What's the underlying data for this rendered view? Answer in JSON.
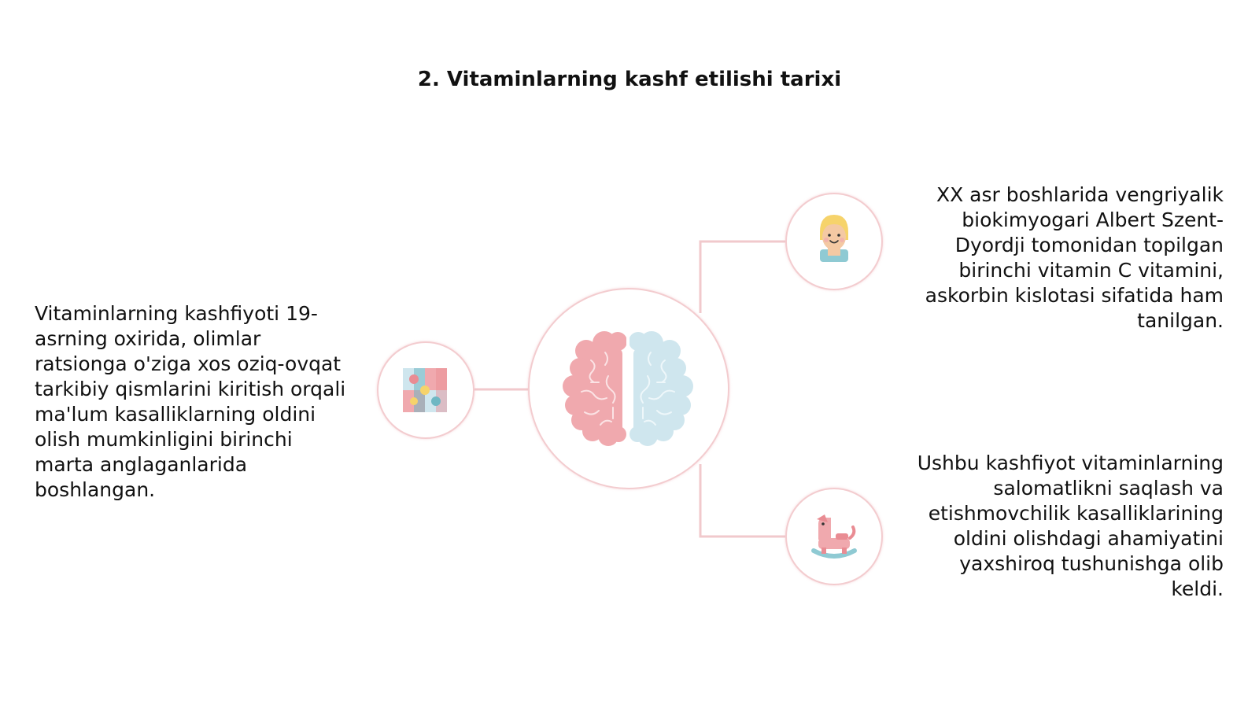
{
  "slide": {
    "title": "2. Vitaminlarning kashf etilishi tarixi"
  },
  "diagram": {
    "center_icon": "brain-icon",
    "nodes": [
      {
        "id": "left",
        "icon": "puzzle-icon",
        "text": "Vitaminlarning kashfiyoti 19-asrning oxirida, olimlar ratsionga o'ziga xos oziq-ovqat tarkibiy qismlarini kiritish orqali ma'lum kasalliklarning oldini olish mumkinligini birinchi marta anglaganlarida boshlangan."
      },
      {
        "id": "top-right",
        "icon": "child-face-icon",
        "text": "XX asr boshlarida vengriyalik biokimyogari Albert Szent-Dyordji tomonidan topilgan birinchi vitamin C vitamini, askorbin kislotasi sifatida ham tanilgan."
      },
      {
        "id": "bottom-right",
        "icon": "rocking-horse-icon",
        "text": "Ushbu kashfiyot vitaminlarning salomatlikni saqlash va etishmovchilik kasalliklarining oldini olishdagi ahamiyatini yaxshiroq tushunishga olib keldi."
      }
    ]
  },
  "colors": {
    "line": "#f1c9cc",
    "pink": "#f0a9ae",
    "pink_dark": "#e98c93",
    "blue": "#cfe6ee",
    "blue_dark": "#a9d2de",
    "skin": "#f4c9a3",
    "hair": "#f6d36b",
    "teal": "#6fb7c3"
  }
}
